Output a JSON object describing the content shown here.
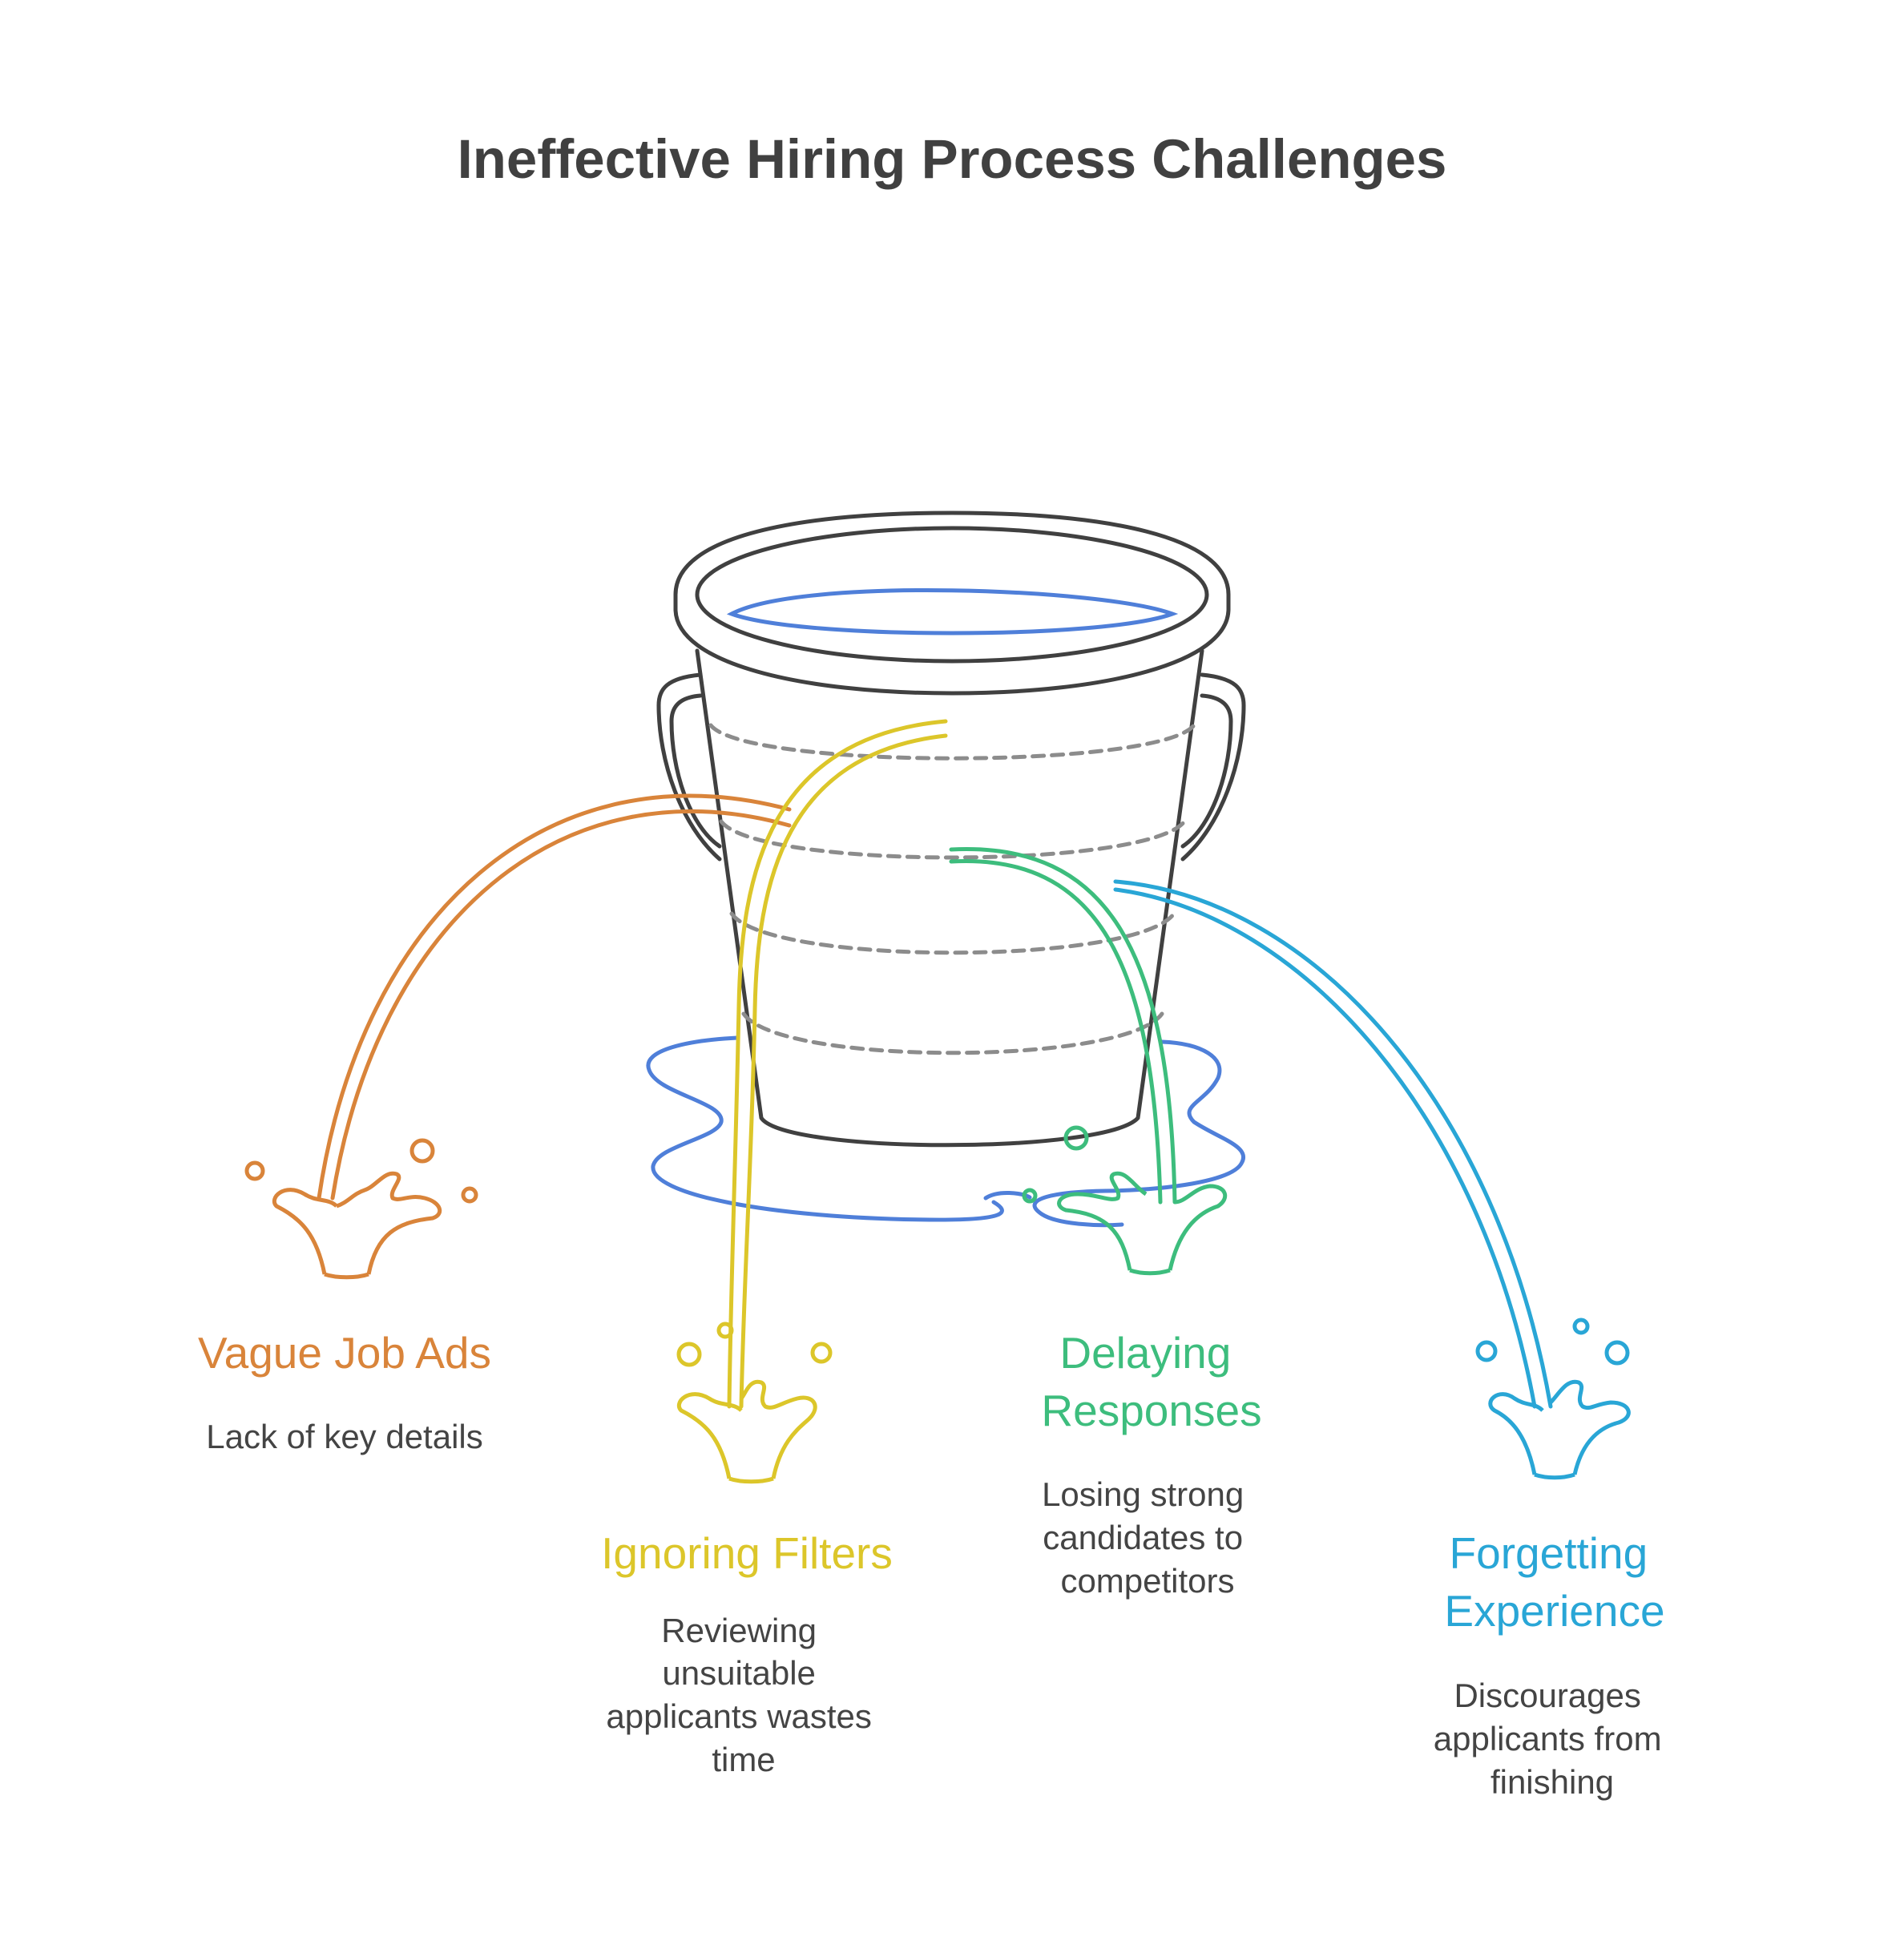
{
  "title": "Ineffective Hiring Process Challenges",
  "colors": {
    "outline": "#404040",
    "water": "#4f7fd9",
    "orange": "#d9843a",
    "yellow": "#dcc62a",
    "green": "#3dbd7d",
    "blue": "#29a6d6"
  },
  "leaks": [
    {
      "label_lines": [
        "Vague Job Ads"
      ],
      "desc_lines": [
        "Lack of key details"
      ],
      "color": "#d9843a"
    },
    {
      "label_lines": [
        "Ignoring Filters"
      ],
      "desc_lines": [
        "Reviewing",
        "unsuitable",
        "applicants wastes",
        "time"
      ],
      "color": "#dcc62a"
    },
    {
      "label_lines": [
        "Delaying",
        "Responses"
      ],
      "desc_lines": [
        "Losing strong",
        "candidates to",
        "competitors"
      ],
      "color": "#3dbd7d"
    },
    {
      "label_lines": [
        "Forgetting",
        "Experience"
      ],
      "desc_lines": [
        "Discourages",
        "applicants from",
        "finishing"
      ],
      "color": "#29a6d6"
    }
  ]
}
